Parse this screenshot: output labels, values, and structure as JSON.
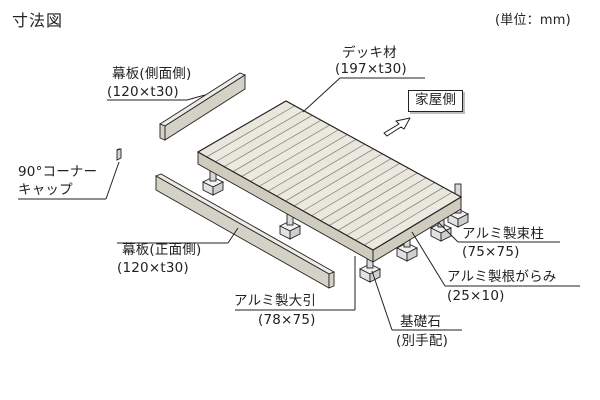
{
  "title": "寸法図",
  "unit_note": "(単位：mm)",
  "house_side_label": "家屋側",
  "labels": {
    "deck_material": {
      "name": "デッキ材",
      "size": "(197×t30)"
    },
    "side_skirt": {
      "name": "幕板(側面側)",
      "size": "(120×t30)"
    },
    "corner_cap": {
      "line1": "90°コーナー",
      "line2": "キャップ"
    },
    "front_skirt": {
      "name": "幕板(正面側)",
      "size": "(120×t30)"
    },
    "aluminum_post": {
      "name": "アルミ製束柱",
      "size": "(75×75)"
    },
    "aluminum_brace": {
      "name": "アルミ製根がらみ",
      "size": "(25×10)"
    },
    "aluminum_beam": {
      "name": "アルミ製大引",
      "size": "(78×75)"
    },
    "foundation_stone": {
      "name": "基礎石",
      "note": "(別手配)"
    }
  },
  "deck": {
    "board_count": 20
  },
  "colors": {
    "line": "#222222",
    "board_top": "#e9e6dc",
    "board_seam": "#8a877e",
    "board_front": "#cfcbbe",
    "skirt_top": "#ecebe4",
    "skirt_face": "#d4d1c6",
    "metal": "#d9d9d9",
    "stone": "#e2e2e2",
    "shadow": "#bdbdbd"
  }
}
